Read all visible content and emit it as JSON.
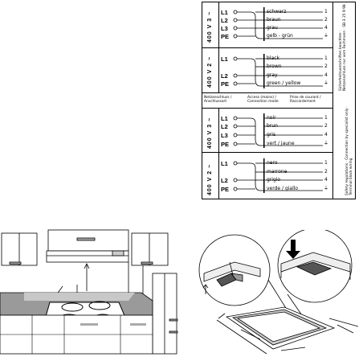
{
  "wiring_chart": {
    "sections": [
      {
        "voltage_label": "400 V 3 ~",
        "terminals": [
          "L1",
          "L2",
          "L3",
          "PE"
        ],
        "wires": [
          "schwarz",
          "braun",
          "grau",
          "gelb - grün"
        ],
        "numbers": [
          "1",
          "2",
          "4",
          "⏚"
        ]
      },
      {
        "voltage_label": "400 V 2 ~",
        "terminals": [
          "L1",
          "L2",
          "PE"
        ],
        "wires": [
          "black",
          "brown",
          "gray",
          "green / yellow"
        ],
        "numbers": [
          "1",
          "2",
          "4",
          "⏚"
        ]
      },
      {
        "voltage_label": "400 V 3 ~",
        "terminals": [
          "L1",
          "L2",
          "L3",
          "PE"
        ],
        "wires": [
          "noir",
          "brun",
          "gris",
          "vert / jaune"
        ],
        "numbers": [
          "1",
          "2",
          "4",
          "⏚"
        ]
      },
      {
        "voltage_label": "400 V 2 ~",
        "terminals": [
          "L1",
          "L2",
          "PE"
        ],
        "wires": [
          "nero",
          "marrone",
          "grigio",
          "verde / giallo"
        ],
        "numbers": [
          "1",
          "2",
          "4",
          "⏚"
        ]
      }
    ],
    "middle_headers": [
      "Netzanschluss / Anschlussart",
      "Access (mains) / Connection mode",
      "Prise de courant / Raccordement"
    ],
    "side_text_top": "Sicherheitsvorschriften beachten · Netzanschluss nur vom Fachmann · SB-3 25 9 98",
    "side_text_bottom": "Safety regulations · Connection by specialist only · Terminal block wiring"
  }
}
